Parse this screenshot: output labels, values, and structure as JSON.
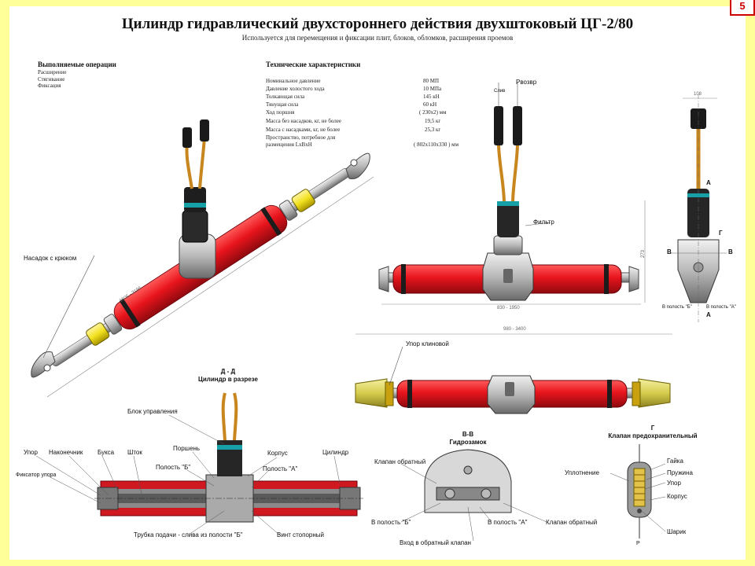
{
  "title": "Цилиндр гидравлический двухстороннего действия двухштоковый ЦГ-2/80",
  "subtitle": "Используется для перемещения и фиксации плит, блоков, обломков, расширения проемов",
  "corner_mark": "5",
  "operations": {
    "heading": "Выполняемые операции",
    "items": [
      "Расширение",
      "Стягивание",
      "Фиксация"
    ]
  },
  "specs": {
    "heading": "Технические характеристики",
    "rows": [
      {
        "label": "Номинальное давление",
        "value": "80 МП"
      },
      {
        "label": "Давление холостого хода",
        "value": "10 MПа"
      },
      {
        "label": "Толкающая сила",
        "value": "145 кН"
      },
      {
        "label": "Тянущая сила",
        "value": "60 кН"
      },
      {
        "label": "Ход поршня",
        "value": "( 230х2) мм"
      },
      {
        "label": "Масса без насадков, кг, не более",
        "value": "19,5 кг"
      },
      {
        "label": "Масса с насадками, кг, не более",
        "value": "25,3 кг"
      },
      {
        "label": "Пространство, потребное для",
        "value": ""
      },
      {
        "label": "размещения LxBxH",
        "value": "( 802x110x330 ) мм"
      }
    ]
  },
  "labels": {
    "hook_nozzle": "Насадок с крюком",
    "filter": "Фильтр",
    "wedge_stop": "Упор клиновой",
    "control_block": "Блок управления",
    "piston": "Поршень",
    "body": "Корпус",
    "cavity_b": "Полость \"Б\"",
    "cavity_a": "Полость \"А\"",
    "cylinder": "Цилиндр",
    "stop": "Упор",
    "tip": "Наконечник",
    "bushing": "Букса",
    "rod": "Шток",
    "stop_lock": "Фиксатор упора",
    "supply_tube": "Трубка подачи - слива из полости \"Б\"",
    "set_screw": "Винт стопорный",
    "check_valve": "Клапан обратный",
    "to_cavity_b": "В полость \"Б\"",
    "to_cavity_a": "В полость \"А\"",
    "check_inlet": "Вход в обратный клапан",
    "seal": "Уплотнение",
    "nut": "Гайка",
    "spring": "Пружина",
    "stop2": "Упор",
    "body2": "Корпус",
    "ball": "Шарик",
    "p_mark": "P",
    "p_valve": "Рвозвр",
    "slice_a1": "А",
    "slice_a2": "А",
    "slice_b1": "В",
    "slice_b2": "В",
    "slice_g": "Г",
    "view_b": "В полость \"Б\"",
    "view_a": "В полость \"А\"",
    "pnom": "Слив"
  },
  "captions": {
    "section_dd_title": "Д - Д",
    "section_dd_sub": "Цилиндр в разрезе",
    "lock_title": "В-В",
    "lock_sub": "Гидрозамок",
    "safety_title": "Г",
    "safety_sub": "Клапан предохранительный"
  },
  "dimensions": {
    "length_iso": "1606 - 3196",
    "width_side": "108",
    "front_length": "830 - 1950",
    "front_height": "273",
    "wedge_length": "980 - 3400"
  },
  "colors": {
    "background": "#ffff99",
    "cylinder": "#e8141c",
    "rod": "#b8b8b8",
    "hose": "#c8861e",
    "grip": "#2a2a2a",
    "nut": "#f2e11e"
  }
}
